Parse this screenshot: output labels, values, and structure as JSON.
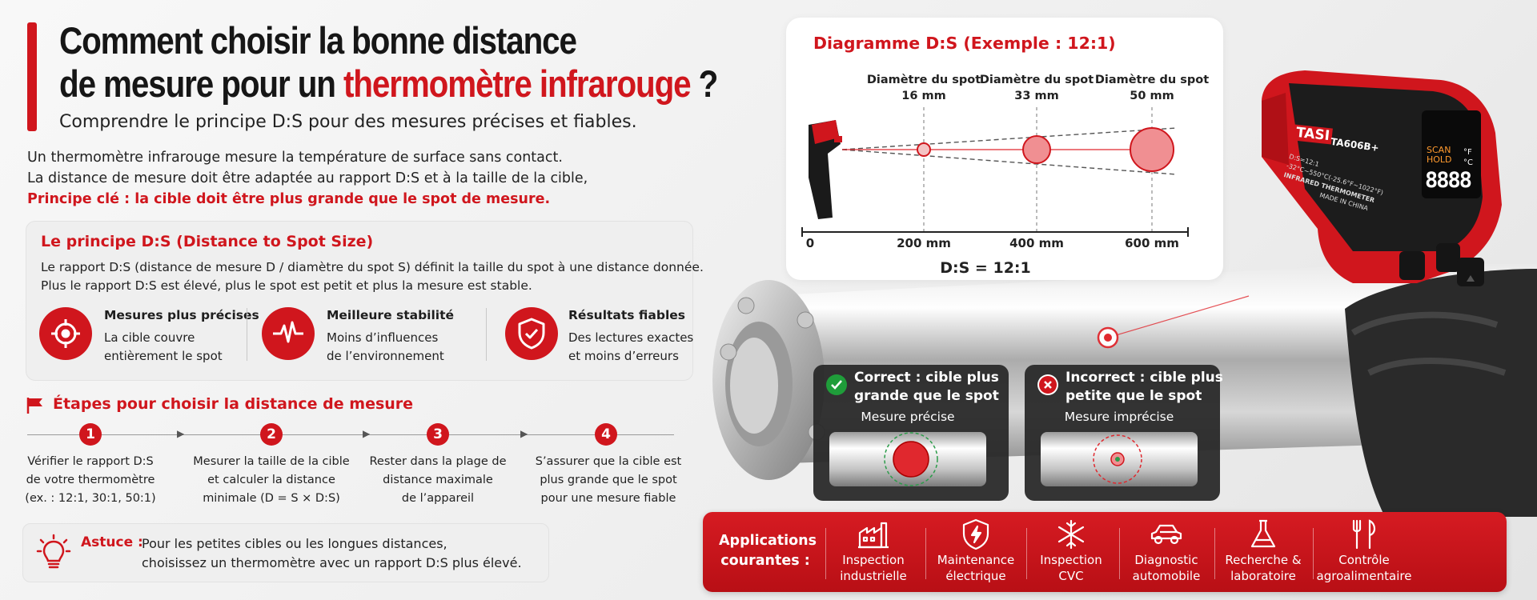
{
  "header": {
    "title_line1": "Comment choisir la bonne distance",
    "title_line2_prefix": "de mesure pour un",
    "title_line2_highlight": "thermomètre infrarouge",
    "title_line2_suffix": "?",
    "subtitle": "Comprendre le principe D:S pour des mesures précises et fiables."
  },
  "intro": {
    "line1": "Un thermomètre infrarouge mesure la température de surface sans contact.",
    "line2": "La distance de mesure doit être adaptée au rapport D:S et à la taille de la cible,",
    "key_line": "Principe clé : la cible doit être plus grande que le spot de mesure."
  },
  "principle": {
    "title": "Le principe D:S (Distance to Spot Size)",
    "text1": "Le rapport D:S (distance de mesure D / diamètre du spot S) définit la taille du spot à une distance donnée.",
    "text2": "Plus le rapport D:S est élevé, plus le spot est petit et plus la mesure est stable.",
    "features": [
      {
        "icon": "target-icon",
        "title": "Mesures plus précises",
        "desc1": "La cible couvre",
        "desc2": "entièrement le spot"
      },
      {
        "icon": "pulse-icon",
        "title": "Meilleure stabilité",
        "desc1": "Moins d’influences",
        "desc2": "de l’environnement"
      },
      {
        "icon": "shield-check-icon",
        "title": "Résultats fiables",
        "desc1": "Des lectures exactes",
        "desc2": "et moins d’erreurs"
      }
    ]
  },
  "steps": {
    "title": "Étapes pour choisir la distance de mesure",
    "items": [
      {
        "num": "1",
        "l1": "Vérifier le rapport D:S",
        "l2": "de votre thermomètre",
        "l3": "(ex. : 12:1, 30:1, 50:1)"
      },
      {
        "num": "2",
        "l1": "Mesurer la taille de la cible",
        "l2": "et calculer la distance",
        "l3": "minimale (D = S × D:S)"
      },
      {
        "num": "3",
        "l1": "Rester dans la plage de",
        "l2": "distance maximale",
        "l3": "de l’appareil"
      },
      {
        "num": "4",
        "l1": "S’assurer que la cible est",
        "l2": "plus grande que le spot",
        "l3": "pour une mesure fiable"
      }
    ]
  },
  "tip": {
    "label": "Astuce :",
    "line1": "Pour les petites cibles ou les longues distances,",
    "line2": "choisissez un thermomètre avec un rapport D:S plus élevé."
  },
  "diagram": {
    "title": "Diagramme D:S (Exemple : 12:1)",
    "spots": [
      {
        "label1": "Diamètre du spot",
        "label2": "16 mm"
      },
      {
        "label1": "Diamètre du spot",
        "label2": "33 mm"
      },
      {
        "label1": "Diamètre du spot",
        "label2": "50 mm"
      }
    ],
    "ticks": [
      "0",
      "200 mm",
      "400 mm",
      "600 mm"
    ],
    "ratio": "D:S = 12:1"
  },
  "device": {
    "brand": "TASI",
    "model": "TA606B+",
    "spec1": "D:S=12:1",
    "spec2": "-32°C~550°C(-25.6°F~1022°F)",
    "spec3": "INFRARED THERMOMETER",
    "spec4": "MADE IN CHINA",
    "scan": "SCAN",
    "hold": "HOLD",
    "unit_f": "°F",
    "unit_c": "°C",
    "digits": "8888"
  },
  "compare": {
    "correct": {
      "line1": "Correct : cible plus",
      "line2": "grande que le spot",
      "sub": "Mesure précise"
    },
    "incorrect": {
      "line1": "Incorrect : cible plus",
      "line2": "petite que le spot",
      "sub": "Mesure imprécise"
    }
  },
  "applications": {
    "title_l1": "Applications",
    "title_l2": "courantes :",
    "items": [
      {
        "icon": "factory-icon",
        "l1": "Inspection",
        "l2": "industrielle"
      },
      {
        "icon": "electric-shield-icon",
        "l1": "Maintenance",
        "l2": "électrique"
      },
      {
        "icon": "snowflake-icon",
        "l1": "Inspection",
        "l2": "CVC"
      },
      {
        "icon": "car-icon",
        "l1": "Diagnostic",
        "l2": "automobile"
      },
      {
        "icon": "flask-icon",
        "l1": "Recherche &",
        "l2": "laboratoire"
      },
      {
        "icon": "fork-knife-icon",
        "l1": "Contrôle",
        "l2": "agroalimentaire"
      }
    ]
  },
  "colors": {
    "accent": "#d0161d",
    "dark_card": "#282828",
    "ok": "#1f9d3a"
  }
}
